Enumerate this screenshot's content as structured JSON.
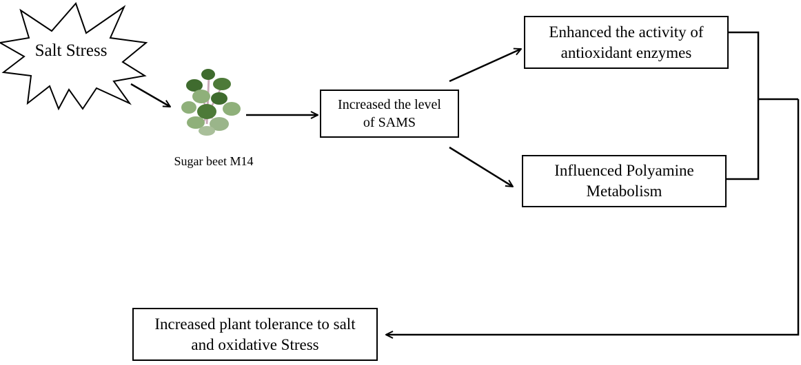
{
  "diagram": {
    "stress_label": "Salt Stress",
    "plant_label": "Sugar beet M14",
    "sams_box": {
      "line1": "Increased the level",
      "line2": "of SAMS"
    },
    "antioxidant_box": {
      "line1": "Enhanced the activity of",
      "line2": "antioxidant enzymes"
    },
    "polyamine_box": {
      "line1": "Influenced Polyamine",
      "line2": "Metabolism"
    },
    "tolerance_box": {
      "line1": "Increased plant tolerance to salt",
      "line2": "and oxidative Stress"
    }
  },
  "colors": {
    "line": "#000000",
    "plant_leaf": "#3f6b2e",
    "plant_leaf_light": "#8fb07a",
    "plant_stem": "#c9a9b8"
  }
}
